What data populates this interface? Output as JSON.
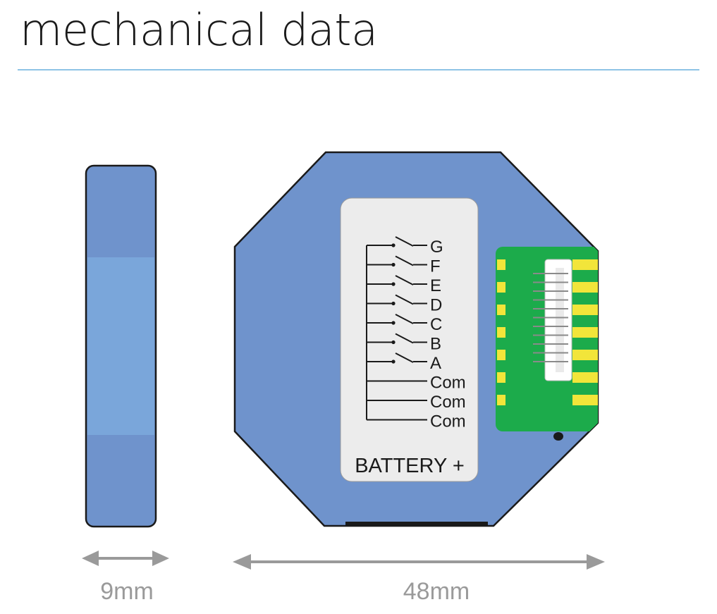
{
  "title": "mechanical data",
  "colors": {
    "body_blue": "#6f93cc",
    "band_blue": "#7aa6da",
    "label_panel": "#ececec",
    "pcb_green": "#1cab4b",
    "pad_yellow": "#f2e53a",
    "rule": "#8ec3e6",
    "dimension_grey": "#9a9a9a"
  },
  "side_view": {
    "dimension_label": "9mm"
  },
  "front_view": {
    "dimension_label": "48mm",
    "battery_label": "BATTERY +",
    "terminals": [
      "G",
      "F",
      "E",
      "D",
      "C",
      "B",
      "A",
      "Com",
      "Com",
      "Com"
    ]
  }
}
